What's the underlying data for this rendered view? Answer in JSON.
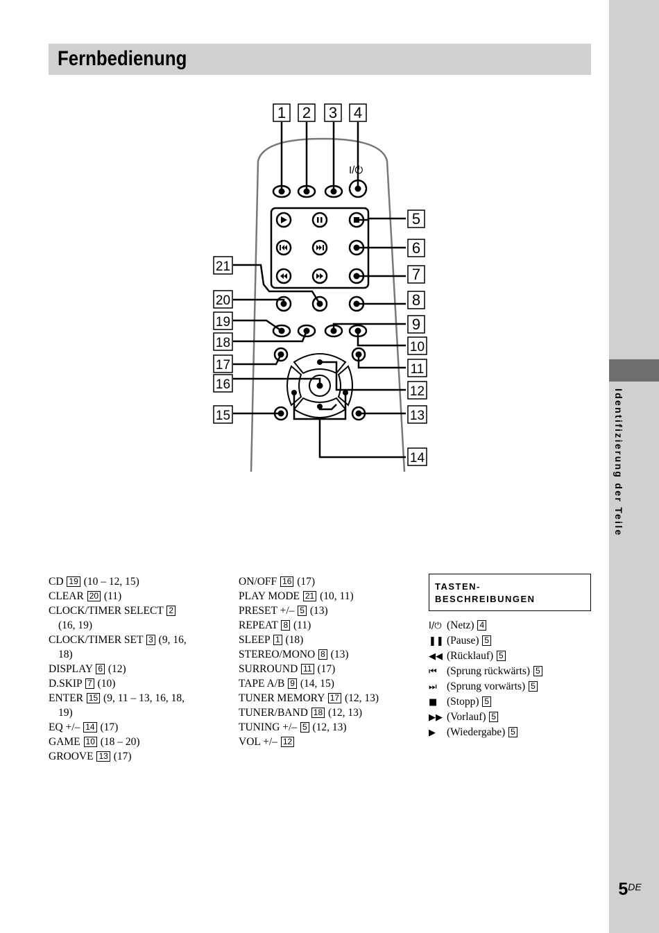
{
  "header": {
    "title": "Fernbedienung"
  },
  "sidebar": {
    "section": "Identifizierung der Teile"
  },
  "page": {
    "number": "5",
    "suffix": "DE"
  },
  "diagram": {
    "power_label": "I/⏻",
    "callouts": [
      "1",
      "2",
      "3",
      "4",
      "5",
      "6",
      "7",
      "8",
      "9",
      "10",
      "11",
      "12",
      "13",
      "14",
      "15",
      "16",
      "17",
      "18",
      "19",
      "20",
      "21"
    ]
  },
  "index_columns": [
    [
      {
        "label": "CD",
        "ref": "19",
        "pages": "(10 – 12, 15)"
      },
      {
        "label": "CLEAR",
        "ref": "20",
        "pages": "(11)"
      },
      {
        "label": "CLOCK/TIMER SELECT",
        "ref": "2",
        "pages": "",
        "cont": "(16, 19)"
      },
      {
        "label": "CLOCK/TIMER SET",
        "ref": "3",
        "pages": "(9, 16,",
        "cont": "18)"
      },
      {
        "label": "DISPLAY",
        "ref": "6",
        "pages": "(12)"
      },
      {
        "label": "D.SKIP",
        "ref": "7",
        "pages": "(10)"
      },
      {
        "label": "ENTER",
        "ref": "15",
        "pages": "(9, 11 – 13, 16, 18,",
        "cont": "19)"
      },
      {
        "label": "EQ +/–",
        "ref": "14",
        "pages": "(17)"
      },
      {
        "label": "GAME",
        "ref": "10",
        "pages": "(18 – 20)"
      },
      {
        "label": "GROOVE",
        "ref": "13",
        "pages": "(17)"
      }
    ],
    [
      {
        "label": "ON/OFF",
        "ref": "16",
        "pages": "(17)"
      },
      {
        "label": "PLAY MODE",
        "ref": "21",
        "pages": "(10, 11)"
      },
      {
        "label": "PRESET +/–",
        "ref": "5",
        "pages": "(13)"
      },
      {
        "label": "REPEAT",
        "ref": "8",
        "pages": "(11)"
      },
      {
        "label": "SLEEP",
        "ref": "1",
        "pages": "(18)"
      },
      {
        "label": "STEREO/MONO",
        "ref": "8",
        "pages": "(13)"
      },
      {
        "label": "SURROUND",
        "ref": "11",
        "pages": "(17)"
      },
      {
        "label": "TAPE A/B",
        "ref": "9",
        "pages": "(14, 15)"
      },
      {
        "label": "TUNER MEMORY",
        "ref": "17",
        "pages": "(12, 13)"
      },
      {
        "label": "TUNER/BAND",
        "ref": "18",
        "pages": "(12, 13)"
      },
      {
        "label": "TUNING +/–",
        "ref": "5",
        "pages": "(12, 13)"
      },
      {
        "label": "VOL +/–",
        "ref": "12",
        "pages": ""
      }
    ]
  ],
  "key_descriptions": {
    "heading": "TASTEN-BESCHREIBUNGEN",
    "items": [
      {
        "symbol": "I/⏻",
        "text": "(Netz)",
        "ref": "4"
      },
      {
        "symbol": "❚❚",
        "text": "(Pause)",
        "ref": "5"
      },
      {
        "symbol": "◀◀",
        "text": "(Rücklauf)",
        "ref": "5"
      },
      {
        "symbol": "⏮",
        "text": "(Sprung rückwärts)",
        "ref": "5"
      },
      {
        "symbol": "⏭",
        "text": "(Sprung vorwärts)",
        "ref": "5"
      },
      {
        "symbol": "■",
        "text": "(Stopp)",
        "ref": "5"
      },
      {
        "symbol": "▶▶",
        "text": "(Vorlauf)",
        "ref": "5"
      },
      {
        "symbol": "▶",
        "text": "(Wiedergabe)",
        "ref": "5"
      }
    ]
  }
}
